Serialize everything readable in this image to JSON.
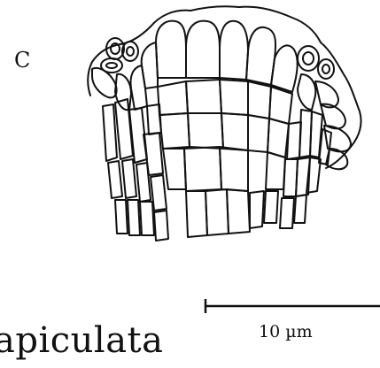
{
  "figure": {
    "panel_letter": "C",
    "species_fragment": "apiculata",
    "scale_bar_label": "10 µm"
  }
}
